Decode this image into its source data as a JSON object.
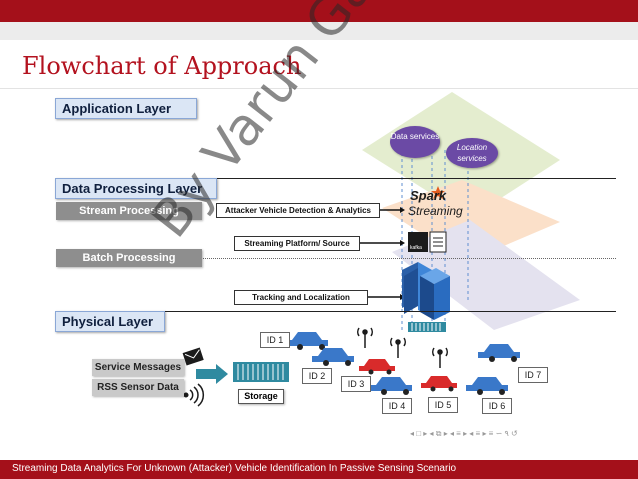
{
  "slide": {
    "title": "Flowchart of Approach",
    "footer": "Streaming Data Analytics For Unknown (Attacker) Vehicle Identification In Passive Sensing Scenario",
    "navigation": "◂ □ ▸ ◂ ⧉ ▸ ◂ ≡ ▸ ◂ ≡ ▸   ≡   ∽ ۹ ↺",
    "watermark": "By Varun Garg, Ph"
  },
  "layers": {
    "application": "Application Layer",
    "data_processing": "Data Processing Layer",
    "physical": "Physical Layer"
  },
  "processing": {
    "stream": "Stream Processing",
    "batch": "Batch Processing"
  },
  "steps": {
    "detection": "Attacker Vehicle Detection & Analytics",
    "streaming_platform": "Streaming Platform/ Source",
    "tracking": "Tracking and Localization"
  },
  "services": {
    "data": "Data services",
    "location": "Location services"
  },
  "tools": {
    "spark_top": "Spark",
    "spark_bottom": "Streaming",
    "kafka": "kafka"
  },
  "inputs": {
    "service_messages": "Service Messages",
    "rss_sensor": "RSS Sensor Data"
  },
  "storage": "Storage",
  "vehicles": [
    "ID 1",
    "ID 2",
    "ID 3",
    "ID 4",
    "ID 5",
    "ID 6",
    "ID 7"
  ],
  "colors": {
    "accent": "#a4101a",
    "car_blue": "#3a78c9",
    "car_red": "#d92b2b",
    "service_purple": "#6b4aa5"
  }
}
